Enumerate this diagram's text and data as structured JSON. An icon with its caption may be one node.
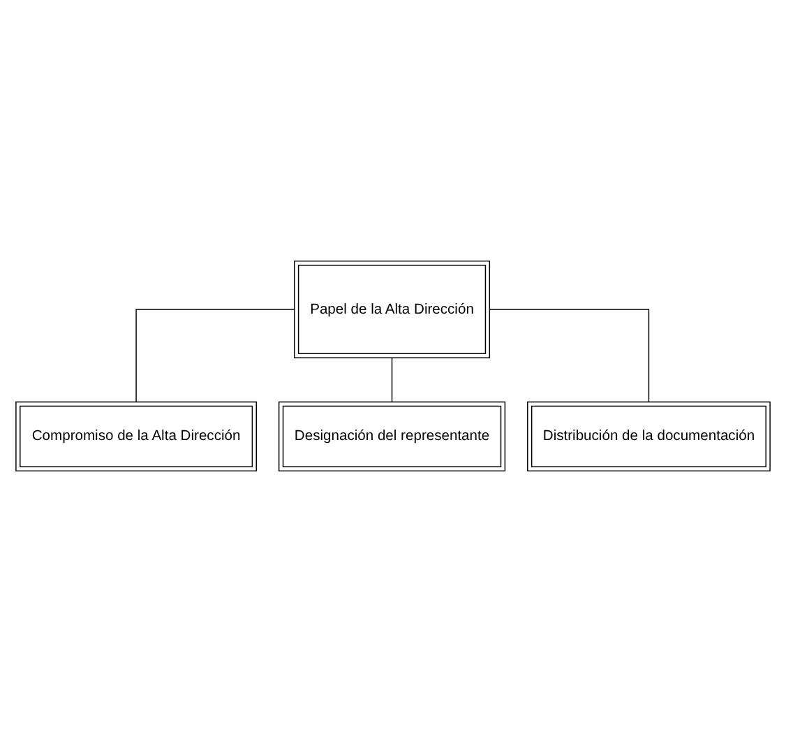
{
  "diagram": {
    "nodes": [
      {
        "text": [
          "Papel de la Alta Dirección"
        ]
      },
      {
        "text": [
          "Compromiso de la Alta Dirección"
        ]
      },
      {
        "text": [
          "Designación del representante"
        ]
      },
      {
        "text": [
          "Distribución de la documentación"
        ]
      }
    ],
    "edges": [
      {
        "from": 0,
        "to": 1,
        "arrow": "none"
      },
      {
        "from": 0,
        "to": 2,
        "arrow": "none"
      },
      {
        "from": 0,
        "to": 3,
        "arrow": "none"
      }
    ]
  }
}
